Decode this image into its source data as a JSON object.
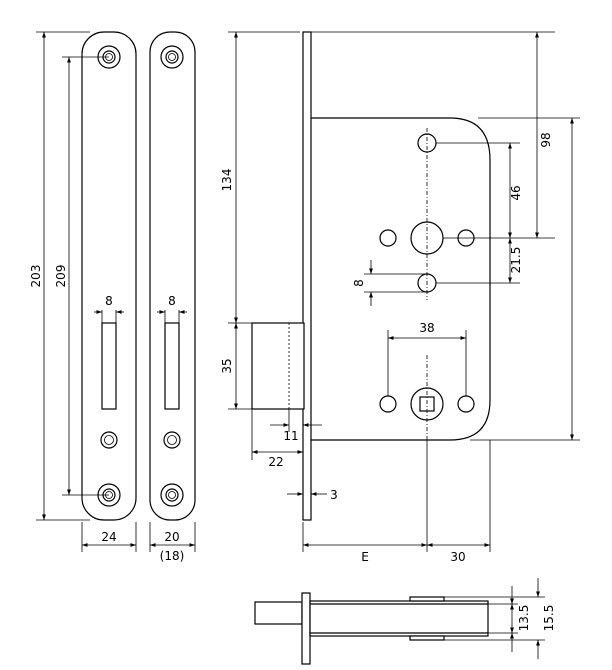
{
  "dimensions": {
    "faceplate_length": "203",
    "screw_spacing": "209",
    "slot_width_a": "8",
    "slot_width_b": "8",
    "faceplate_width_a": "24",
    "faceplate_width_b": "20",
    "faceplate_width_b_alt": "(18)",
    "latch_height_from_top": "134",
    "latch_height": "35",
    "latch_projection_a": "11",
    "latch_projection_b": "22",
    "plate_thickness": "3",
    "backset": "E",
    "case_margin": "30",
    "cylinder_to_top_hole": "98",
    "cylinder_to_spindle": "46",
    "cylinder_offset": "21.5",
    "small_hole_size": "8",
    "spindle_screw_spacing": "38",
    "body_thickness_inner": "13.5",
    "body_thickness_outer": "15.5"
  }
}
